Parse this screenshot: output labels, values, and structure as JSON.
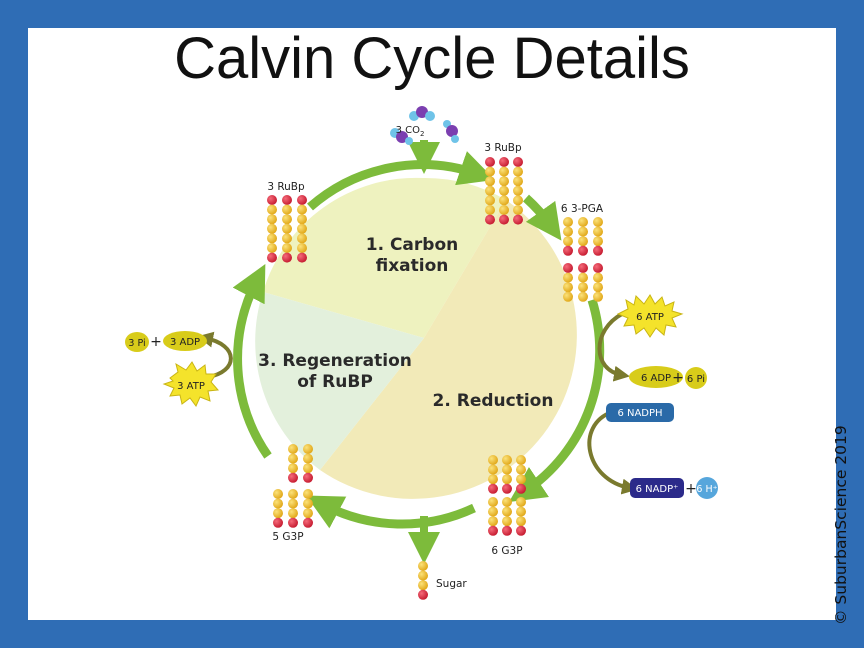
{
  "title": "Calvin Cycle Details",
  "copyright": "© SuburbanScience 2019",
  "phases": {
    "carbon_fixation": [
      "1. Carbon",
      "fixation"
    ],
    "reduction": "2. Reduction",
    "regeneration": [
      "3. Regeneration",
      "of RuBP"
    ]
  },
  "molecules": {
    "co2_prefix": "3 CO",
    "co2_sub": "2",
    "rubp_top": "3 RuBp",
    "rubp_left": "3 RuBp",
    "pga": "6 3-PGA",
    "g3p_right": "6 G3P",
    "g3p_left": "5 G3P",
    "sugar": "Sugar"
  },
  "energy": {
    "atp_in": "6 ATP",
    "adp_out": "6 ADP",
    "pi_out": "6 Pi",
    "nadph_in": "6 NADPH",
    "nadp_out": "6 NADP⁺",
    "h_out": "6 H⁺",
    "atp_regen": "3 ATP",
    "adp_regen": "3 ADP",
    "pi_regen": "3 Pi",
    "plus": "+"
  },
  "colors": {
    "background": "#2f6db5",
    "cycle_arrow": "#7dbb3b",
    "sector_fixation": "#eef2bf",
    "sector_reduction": "#f2eab8",
    "sector_regeneration": "#e3f0dc",
    "carbon_atom": "#f2c027",
    "phosphate": "#d9283e",
    "atp_burst": "#f4e32b",
    "adp_oval": "#d8cc1a",
    "nadph_box": "#2a6aa8",
    "nadp_box": "#2b2a8a",
    "h_ion": "#56a6dc",
    "side_arrow": "#7a7a2e"
  }
}
